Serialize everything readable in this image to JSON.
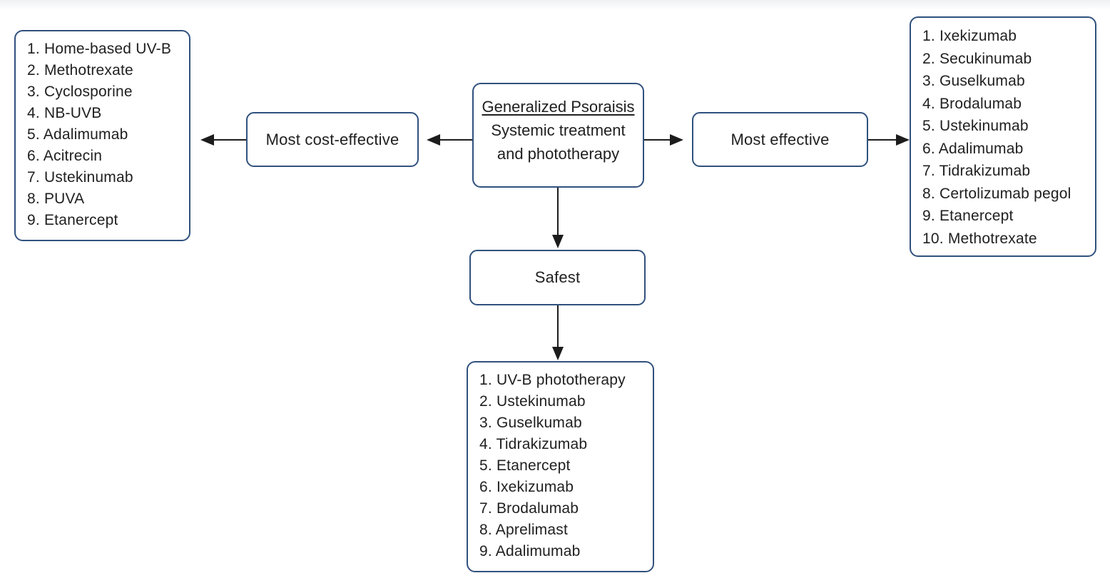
{
  "center_node": {
    "title": "Generalized Psoraisis",
    "subtitle_lines": [
      "Systemic treatment",
      "and phototherapy"
    ]
  },
  "nodes": {
    "cost_effective": {
      "label": "Most cost-effective"
    },
    "effective": {
      "label": "Most effective"
    },
    "safest": {
      "label": "Safest"
    }
  },
  "lists": {
    "cost_effective": {
      "items": [
        "1. Home-based UV-B",
        "2. Methotrexate",
        "3. Cyclosporine",
        "4. NB-UVB",
        "5. Adalimumab",
        "6. Acitrecin",
        "7. Ustekinumab",
        "8. PUVA",
        "9. Etanercept"
      ]
    },
    "effective": {
      "items": [
        "1. Ixekizumab",
        "2. Secukinumab",
        "3. Guselkumab",
        "4. Brodalumab",
        "5. Ustekinumab",
        "6. Adalimumab",
        "7. Tidrakizumab",
        "8. Certolizumab pegol",
        "9. Etanercept",
        "10. Methotrexate"
      ]
    },
    "safest": {
      "items": [
        "1. UV-B phototherapy",
        "2. Ustekinumab",
        "3. Guselkumab",
        "4. Tidrakizumab",
        "5. Etanercept",
        "6. Ixekizumab",
        "7. Brodalumab",
        "8. Aprelimast",
        "9. Adalimumab"
      ]
    }
  },
  "colors": {
    "box_border": "#30517e",
    "arrow": "#1c1c1c",
    "text": "#1f1f1f",
    "background": "#ffffff"
  }
}
